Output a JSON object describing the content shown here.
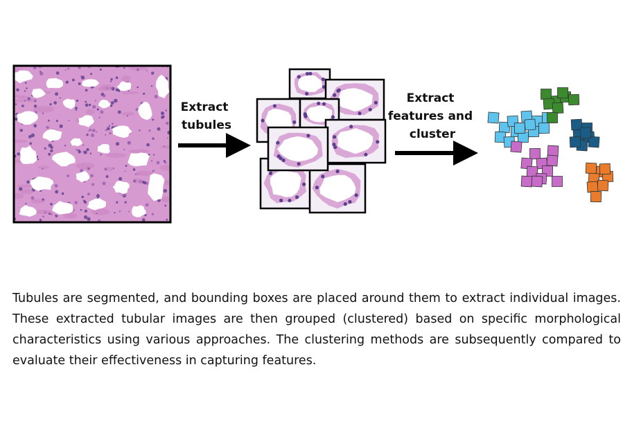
{
  "labels": {
    "step1": [
      "Extract",
      "tubules"
    ],
    "step2": [
      "Extract",
      "features and",
      "cluster"
    ]
  },
  "caption": "Tubules are segmented, and bounding boxes are placed around them to extract individual images. These extracted tubular images are then grouped (clustered) based on specific morphological characteristics using various approaches. The clustering methods are subsequently compared to evaluate their effectiveness in capturing features.",
  "colors": {
    "tissue_pink": "#d79ad0",
    "lumen": "#ffffff",
    "nuclei": "#5b3f8c",
    "frame": "#000000",
    "cluster_lightblue": "#5ec4ee",
    "cluster_green": "#3b8a2e",
    "cluster_teal": "#1a5c86",
    "cluster_magenta": "#c86cc9",
    "cluster_orange": "#e87b2c"
  }
}
